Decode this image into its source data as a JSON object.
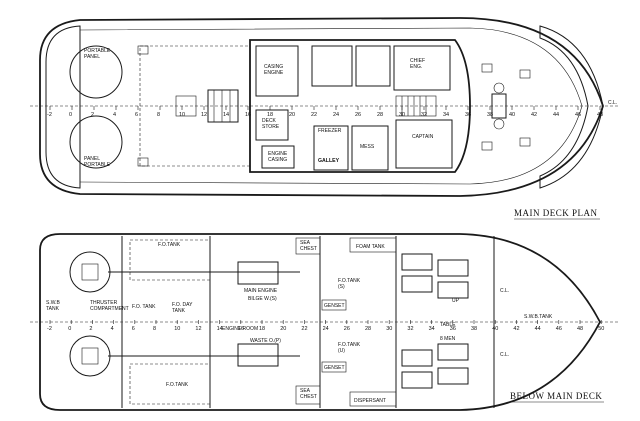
{
  "main_deck": {
    "title": "MAIN  DECK  PLAN",
    "frame_numbers": [
      "-2",
      "0",
      "2",
      "4",
      "6",
      "8",
      "10",
      "12",
      "14",
      "16",
      "18",
      "20",
      "22",
      "24",
      "26",
      "28",
      "30",
      "32",
      "34",
      "36",
      "38",
      "40",
      "42",
      "44",
      "46",
      "48"
    ],
    "labels": {
      "portable_panel_top": "PORTABLE\nPANEL",
      "panel_portable_bottom": "PANEL\nPORTABLE",
      "casing_engine": "CASING\nENGINE",
      "deck_store": "DECK\nSTORE",
      "engine_casing": "ENGINE\nCASING",
      "galley": "GALLEY",
      "freezer": "FREEZER",
      "mess": "MESS",
      "chief_eng": "CHIEF\nENG.",
      "captain": "CAPTAIN",
      "cl": "C.L."
    }
  },
  "below_deck": {
    "title": "BELOW MAIN DECK",
    "frame_numbers": [
      "-2",
      "0",
      "2",
      "4",
      "6",
      "8",
      "10",
      "12",
      "14",
      "16",
      "18",
      "20",
      "22",
      "24",
      "26",
      "28",
      "30",
      "32",
      "34",
      "36",
      "38",
      "40",
      "42",
      "44",
      "46",
      "48",
      "50"
    ],
    "labels": {
      "swb_tank_aft": "S.W.B\nTANK",
      "fo_tank_top": "F.O.TANK",
      "fo_tank_bottom": "F.O.TANK",
      "thruster": "THRUSTER\nCOMPARTMENT",
      "fo_tank_mid": "F.O. TANK",
      "fo_day_tank": "F.O. DAY\nTANK",
      "main_engine": "MAIN ENGINE",
      "bilge": "BILGE W.(S)",
      "engine_room": "ENGINE ROOM",
      "waste_oil": "WASTE O.(P)",
      "sea_chest_top": "SEA\nCHEST",
      "sea_chest_bottom": "SEA\nCHEST",
      "foam_tank": "FOAM TANK",
      "dispersant": "DISPERSANT",
      "fo_tank_s": "F.O.TANK\n(S)",
      "fo_tank_p": "F.O.TANK\n(U)",
      "genset_top": "GENSET",
      "genset_bottom": "GENSET",
      "cl_top": "C.L.",
      "cl_bottom": "C.L.",
      "swb_tank_fwd": "S.W.B.TANK",
      "table": "TABLE",
      "eight_men": "8 MEN",
      "up": "UP"
    }
  }
}
